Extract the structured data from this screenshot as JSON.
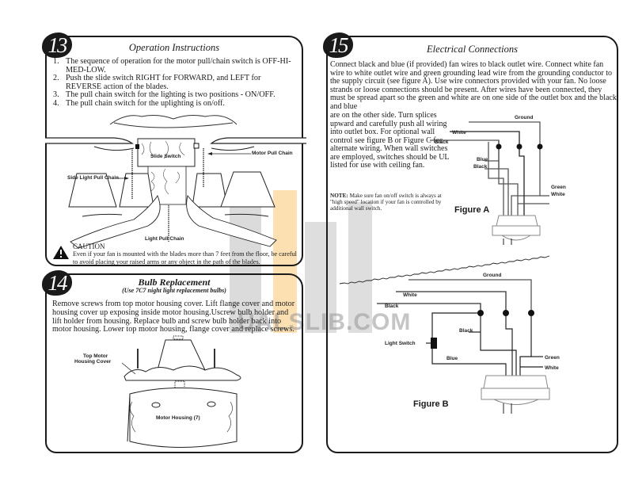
{
  "panels": {
    "operation": {
      "number": "13",
      "title": "Operation Instructions",
      "steps": [
        {
          "num": "1.",
          "text": "The sequence of operation for the motor pull/chain switch is OFF-HI-MED-LOW."
        },
        {
          "num": "2.",
          "text": "Push the slide switch RIGHT for FORWARD, and LEFT for REVERSE action of the blades."
        },
        {
          "num": "3.",
          "text": "The pull chain switch for the lighting is two positions - ON/OFF."
        },
        {
          "num": "4.",
          "text": "The pull chain switch for the uplighting is on/off."
        }
      ],
      "diagram_labels": {
        "slide_switch": "Slide Switch",
        "motor_pull_chain": "Motor Pull Chain",
        "side_light_pull_chain": "Side Light  Pull Chain",
        "light_pull_chain": "Light Pull Chain"
      },
      "caution": {
        "title": "CAUTION",
        "text": "Even if your fan is mounted with the blades more than 7 feet from the floor, be careful to avoid placing your raised arms or any object in the path of the blades."
      }
    },
    "bulb": {
      "number": "14",
      "title": "Bulb Replacement",
      "subtitle": "(Use 7C7 night light replacement bulbs)",
      "text": "Remove screws from top motor housing cover. Lift flange cover and motor housing cover up exposing inside motor housing.Uscrew bulb holder and lift holder from housing. Replace bulb and screw bulb holder back into motor housing. Lower top motor housing, flange cover and replace screws.",
      "diagram_labels": {
        "top_motor_housing_cover_1": "Top Motor",
        "top_motor_housing_cover_2": "Housing Cover",
        "motor_housing": "Motor Housing (7)"
      }
    },
    "electrical": {
      "number": "15",
      "title": "Electrical Connections",
      "text_full": "Connect black and blue (if provided) fan wires to black outlet wire. Connect white fan wire to white outlet wire and green grounding lead wire from the grounding conductor to the supply circuit (see figure A). Use wire connectors provided with your fan. No loose strands or loose connections should be present. After wires have been connected, they must be spread apart so the green and white are on one side of the outlet box and the black and blue",
      "text_narrow": "are on the other side. Turn splices upward and carefully push all wiring into outlet box. For optional wall control see figure B or Figure C for alternate wiring. When wall switches are employed, switches should be UL listed for use with ceiling fan.",
      "note_label": "NOTE:",
      "note_text": " Make sure fan on/off switch is always at \"high speed\" location if your fan is controlled by additional wall switch.",
      "figure_a": {
        "caption": "Figure A",
        "labels": {
          "ground": "Ground",
          "white": "White",
          "black": "Black",
          "blue": "Blue",
          "black2": "Black",
          "green": "Green",
          "white2": "White"
        }
      },
      "figure_b": {
        "caption": "Figure B",
        "labels": {
          "ground": "Ground",
          "white": "White",
          "black": "Black",
          "black2": "Black",
          "light_switch": "Light Switch",
          "blue": "Blue",
          "green": "Green",
          "white2": "White"
        }
      }
    }
  },
  "watermark": "UALSLIB.COM",
  "colors": {
    "ink": "#1a1a1a",
    "wire": "#555555",
    "watermark_orange": "#f5a623",
    "watermark_gray": "#bdbdbd"
  }
}
